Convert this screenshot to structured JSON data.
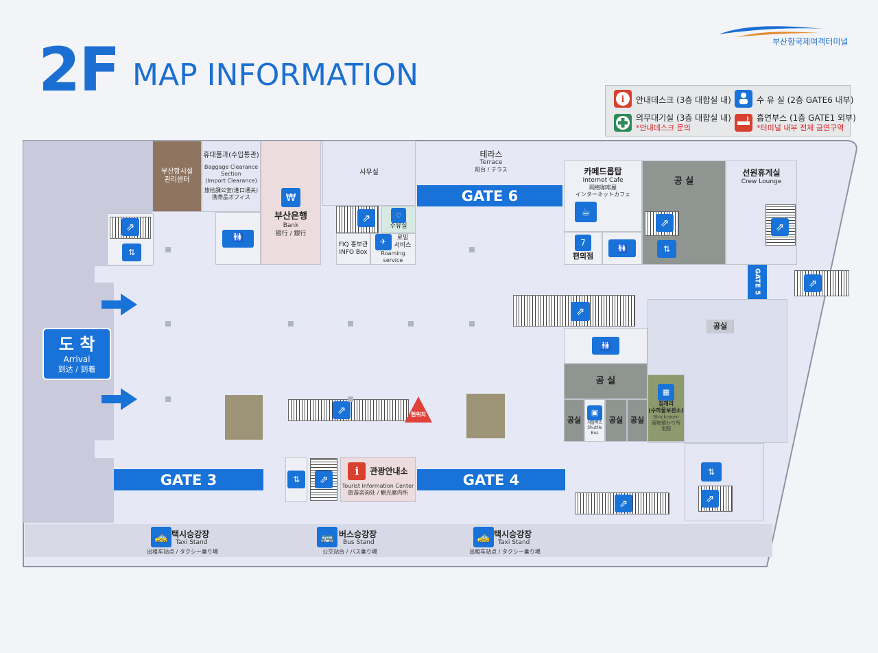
{
  "header": {
    "floor_label": "2F",
    "title": "MAP INFORMATION",
    "brand_name": "부산항국제여객터미널"
  },
  "legend": {
    "items": [
      {
        "label": "안내데스크 (3층 대합실 내)",
        "icon": "info-icon",
        "color": "#d8412f"
      },
      {
        "label": "수 유 실 (2층 GATE6 내부)",
        "icon": "nursing-room-icon",
        "color": "#1872d8"
      },
      {
        "label": "의무대기실 (3층 대합실 내)",
        "icon": "first-aid-icon",
        "color": "#2e8b57",
        "note": "*안내데스크 문의"
      },
      {
        "label": "흡연부스 (1층 GATE1 외부)",
        "icon": "smoking-booth-icon",
        "color": "#d8412f",
        "note": "*터미널 내부 전체 금연구역"
      }
    ]
  },
  "rooms": {
    "facility_center": "부산항시설\n관리센터",
    "baggage_ko": "휴대품과(수입통관)",
    "baggage_en": "Baggage Clearance Section\n(Import Clearance)",
    "baggage_jp": "旅检課公室(進口通关)\n携帯品オフィス",
    "bank_ko": "부산은행",
    "bank_en": "Bank",
    "bank_cn": "银行 / 銀行",
    "office": "사무실",
    "nursing": "수유실",
    "fiq_ko": "FIQ 홍보관",
    "fiq_en": "INFO Box",
    "roaming_ko": "로밍\n서비스",
    "roaming_en": "Roaming service",
    "terrace_ko": "테라스",
    "terrace_en": "Terrace",
    "terrace_cn": "阳台 / テラス",
    "cafe_ko": "카페드롭탑",
    "cafe_en": "Internet Cafe",
    "cafe_cn": "网络咖啡屋\nインターネットカフェ",
    "store": "편의점",
    "vacant": "공 실",
    "vacant_short": "공실",
    "crew_ko": "선원휴게실",
    "crew_en": "Crew Lounge",
    "shuttle_ko": "셔틀버스",
    "shuttle_en": "Shuttle Bus",
    "stock_ko": "짐캐리\n(수하물보관소)",
    "stock_en": "Stockroom",
    "stock_cn": "荷物預かり所\n宅配",
    "tourist_ko": "관광안내소",
    "tourist_en": "Tourist Information Center",
    "tourist_cn": "旅游咨询处 / 観光案内所",
    "you_are_here": "현위치"
  },
  "gates": {
    "gate3": "GATE 3",
    "gate4": "GATE 4",
    "gate5": "GATE 5",
    "gate6": "GATE 6"
  },
  "arrival": {
    "ko": "도 착",
    "en": "Arrival",
    "cn": "到达 / 到着"
  },
  "stands": [
    {
      "ko": "택시승강장",
      "en": "Taxi Stand",
      "cn": "出租车站点 / タクシー乗り場"
    },
    {
      "ko": "버스승강장",
      "en": "Bus Stand",
      "cn": "公交站台 / バス乗り場"
    },
    {
      "ko": "택시승강장",
      "en": "Taxi Stand",
      "cn": "出租车站点 / タクシー乗り場"
    }
  ]
}
